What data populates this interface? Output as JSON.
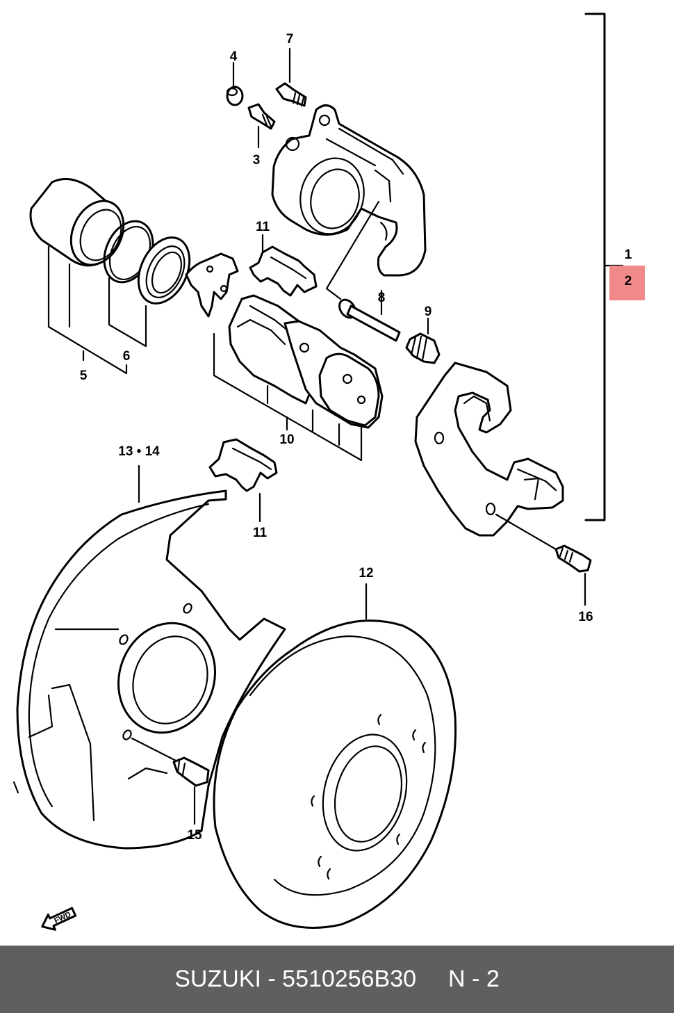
{
  "labels": {
    "l1": "1",
    "l2": "2",
    "l3": "3",
    "l4": "4",
    "l5": "5",
    "l6": "6",
    "l7": "7",
    "l8": "8",
    "l9": "9",
    "l10": "10",
    "l11a": "11",
    "l11b": "11",
    "l12": "12",
    "l13_14": "13 • 14",
    "l15": "15",
    "l16": "16"
  },
  "fwd_badge": "FWD",
  "highlight_color": "#f08a8a",
  "footer": {
    "brand": "SUZUKI",
    "separator": "-",
    "part_number": "5510256B30",
    "ref": "N - 2"
  }
}
